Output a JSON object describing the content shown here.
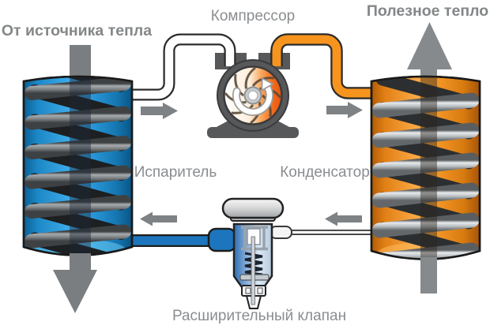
{
  "diagram": {
    "title_hint": "heat pump cycle scheme",
    "labels": {
      "heat_source": "От источника тепла",
      "compressor": "Компрессор",
      "useful_heat": "Полезное тепло",
      "evaporator": "Испаритель",
      "condenser": "Конденсатор",
      "expansion_valve": "Расширительный клапан"
    },
    "colors": {
      "evaporator_blue": "#2196d8",
      "condenser_orange": "#f7941e",
      "pipe_blue": "#1d76bd",
      "pipe_orange": "#f7941e",
      "pipe_white": "#ffffff",
      "arrow_gray": "#7f8285",
      "flow_arrow_gray": "#7b7e81",
      "label_gray": "#8a8d90",
      "housing_gray": "#57585a",
      "coil_dark": "#2c2f31",
      "coil_silver": "#b9bec1",
      "outline_black": "#1a1a1a"
    }
  }
}
